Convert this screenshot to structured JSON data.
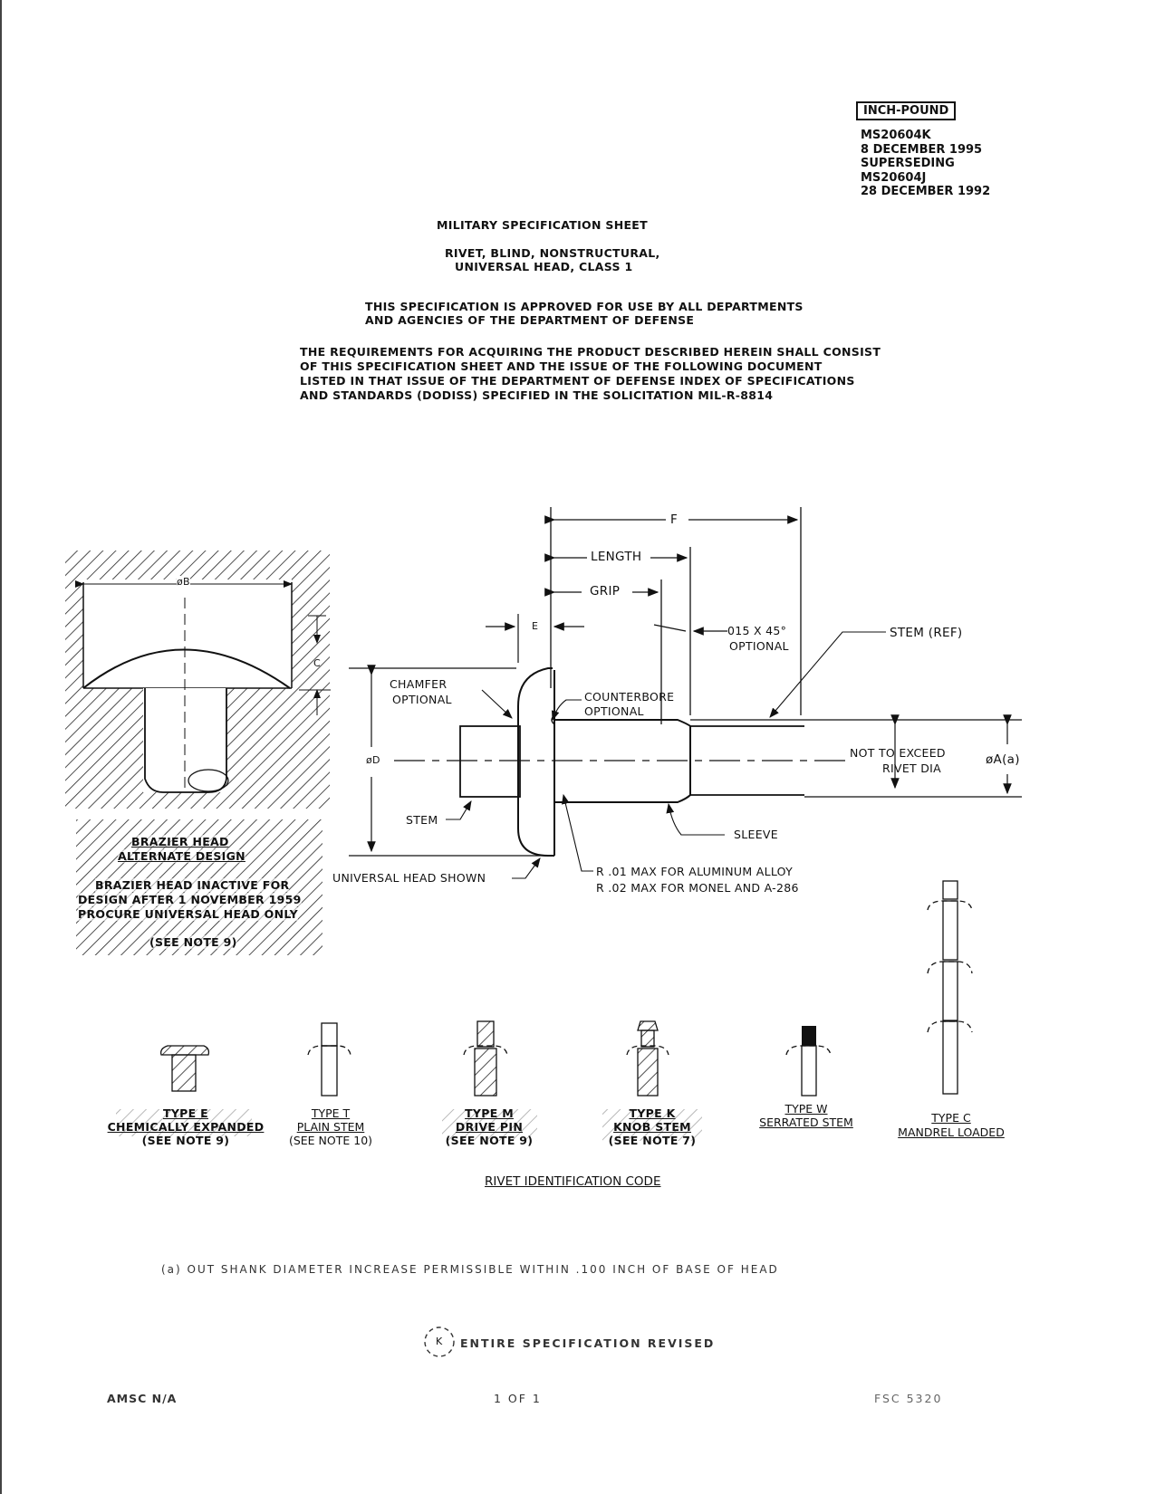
{
  "header": {
    "system_label": "INCH-POUND",
    "doc_number": "MS20604K",
    "doc_date": "8 DECEMBER 1995",
    "superseding_label": "SUPERSEDING",
    "superseded_number": "MS20604J",
    "superseded_date": "28 DECEMBER 1992"
  },
  "title": {
    "sheet_type": "MILITARY SPECIFICATION SHEET",
    "line1": "RIVET, BLIND, NONSTRUCTURAL,",
    "line2": "UNIVERSAL HEAD, CLASS 1"
  },
  "approval": {
    "line1": "THIS SPECIFICATION IS APPROVED FOR USE BY ALL DEPARTMENTS",
    "line2": "AND AGENCIES OF THE DEPARTMENT OF DEFENSE"
  },
  "requirements": {
    "line1": "THE REQUIREMENTS FOR ACQUIRING THE PRODUCT DESCRIBED HEREIN SHALL CONSIST",
    "line2": "OF THIS SPECIFICATION SHEET AND THE ISSUE OF THE FOLLOWING DOCUMENT",
    "line3": "LISTED IN THAT ISSUE OF THE DEPARTMENT OF DEFENSE INDEX OF SPECIFICATIONS",
    "line4": "AND STANDARDS (DODISS) SPECIFIED IN THE SOLICITATION MIL-R-8814"
  },
  "drawing_labels": {
    "f": "F",
    "length": "LENGTH",
    "grip": "GRIP",
    "e": "E",
    "chamfer_note": "015 X 45°",
    "chamfer_optional": "OPTIONAL",
    "stem_ref": "STEM (REF)",
    "chamfer": "CHAMFER",
    "chamfer2": "OPTIONAL",
    "counterbore": "COUNTERBORE",
    "counterbore2": "OPTIONAL",
    "dia_d": "øD",
    "not_exceed1": "NOT TO EXCEED",
    "not_exceed2": "RIVET DIA",
    "dia_a": "øA(a)",
    "stem": "STEM",
    "sleeve": "SLEEVE",
    "universal_head": "UNIVERSAL HEAD SHOWN",
    "r01": "R .01 MAX FOR ALUMINUM ALLOY",
    "r02": "R .02 MAX FOR MONEL AND A-286",
    "dia_b": "øB",
    "c": "C"
  },
  "brazier": {
    "title1": "BRAZIER HEAD",
    "title2": "ALTERNATE DESIGN",
    "note1": "BRAZIER HEAD INACTIVE FOR",
    "note2": "DESIGN AFTER 1 NOVEMBER 1959",
    "note3": "PROCURE UNIVERSAL HEAD ONLY",
    "note4": "(SEE NOTE 9)"
  },
  "rivet_types": [
    {
      "name": "TYPE E",
      "desc": "CHEMICALLY EXPANDED",
      "note": "(SEE NOTE 9)"
    },
    {
      "name": "TYPE T",
      "desc": "PLAIN STEM",
      "note": "(SEE NOTE 10)"
    },
    {
      "name": "TYPE M",
      "desc": "DRIVE PIN",
      "note": "(SEE NOTE 9)"
    },
    {
      "name": "TYPE K",
      "desc": "KNOB STEM",
      "note": "(SEE NOTE 7)"
    },
    {
      "name": "TYPE W",
      "desc": "SERRATED STEM",
      "note": ""
    },
    {
      "name": "TYPE C",
      "desc": "MANDREL LOADED",
      "note": ""
    }
  ],
  "rivet_code_title": "RIVET IDENTIFICATION CODE",
  "footnote": "(a) OUT SHANK DIAMETER INCREASE PERMISSIBLE WITHIN .100 INCH OF BASE OF HEAD",
  "revision": {
    "symbol": "K",
    "text": "ENTIRE SPECIFICATION REVISED"
  },
  "footer": {
    "amsc": "AMSC N/A",
    "page": "1 OF 1",
    "fsc": "FSC 5320"
  }
}
